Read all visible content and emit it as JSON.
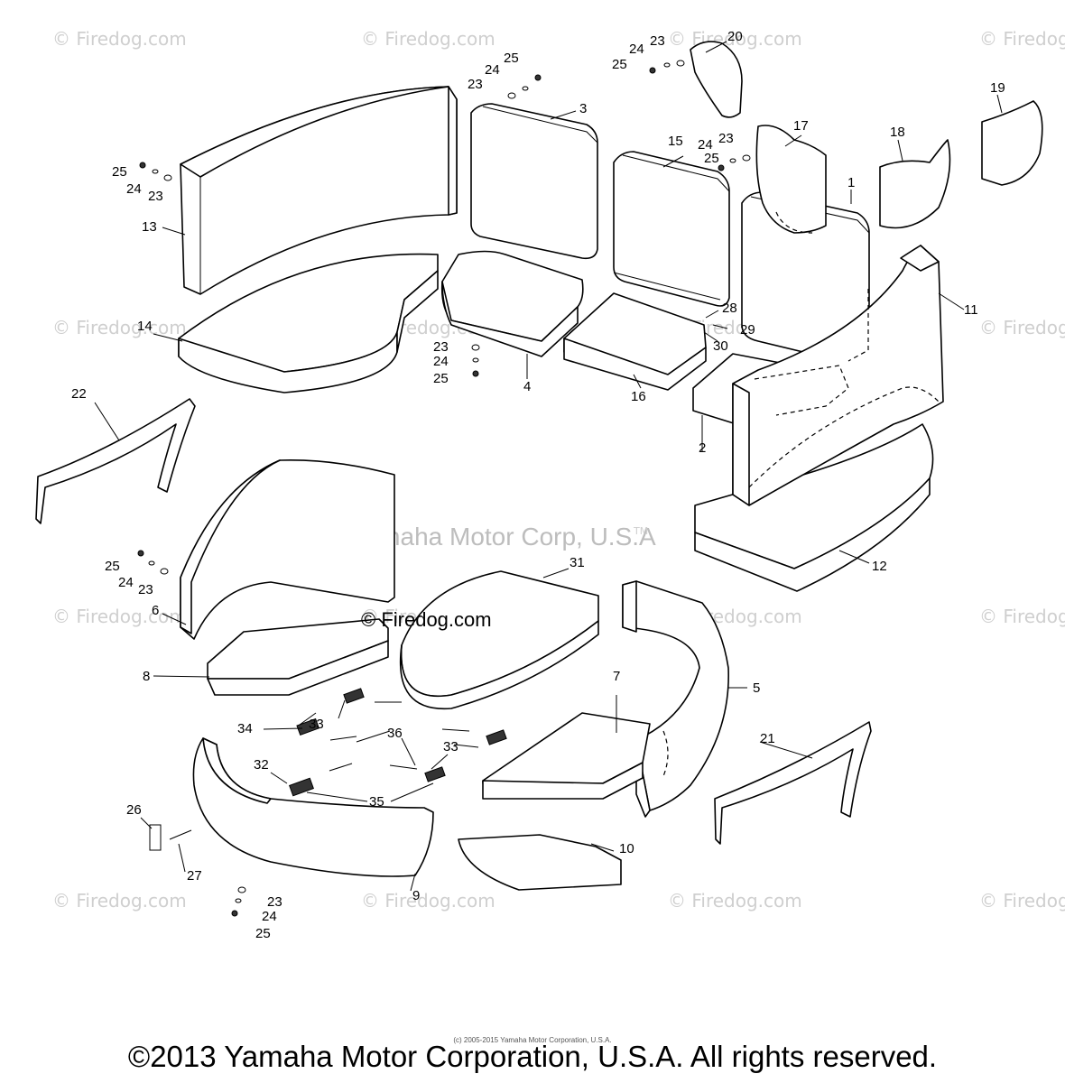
{
  "diagram": {
    "watermarks": [
      "© Firedog.com",
      "© Firedog.com",
      "© Firedog.com",
      "© Firedog.com",
      "© Firedog.com",
      "© Firedog.com",
      "© Firedog.com",
      "© Firedog.com",
      "© Firedog.com",
      "© Firedog.com",
      "© Firedog.com",
      "© Firedog.com",
      "© Firedog.com",
      "© Firedog.com",
      "© Firedog.com",
      "© Firedog.com"
    ],
    "brand_watermark": "Yamaha Motor Corp, U.S.A",
    "brand_tm": "TM",
    "center_firedog": "© Firedog.com",
    "callouts": {
      "c1": "1",
      "c2": "2",
      "c3": "3",
      "c4": "4",
      "c5": "5",
      "c6": "6",
      "c7": "7",
      "c8": "8",
      "c9": "9",
      "c10": "10",
      "c11": "11",
      "c12": "12",
      "c13": "13",
      "c14": "14",
      "c15": "15",
      "c16": "16",
      "c17": "17",
      "c18": "18",
      "c19": "19",
      "c20": "20",
      "c21": "21",
      "c22": "22",
      "c26": "26",
      "c27": "27",
      "c28": "28",
      "c29": "29",
      "c30": "30",
      "c31": "31",
      "c32": "32",
      "c33a": "33",
      "c33b": "33",
      "c34": "34",
      "c35": "35",
      "c36": "36",
      "h13_25": "25",
      "h13_24": "24",
      "h13_23": "23",
      "h3_25": "25",
      "h3_24": "24",
      "h3_23": "23",
      "h20_25": "25",
      "h20_24": "24",
      "h20_23": "23",
      "h15_25": "25",
      "h15_24": "24",
      "h15_23": "23",
      "h4_23": "23",
      "h4_24": "24",
      "h4_25": "25",
      "h6_25": "25",
      "h6_24": "24",
      "h6_23": "23",
      "h9_23": "23",
      "h9_24": "24",
      "h9_25": "25"
    }
  },
  "footer": {
    "small_copyright": "(c) 2005-2015 Yamaha Motor Corporation, U.S.A.",
    "copyright": "©2013 Yamaha Motor Corporation, U.S.A. All rights reserved."
  }
}
